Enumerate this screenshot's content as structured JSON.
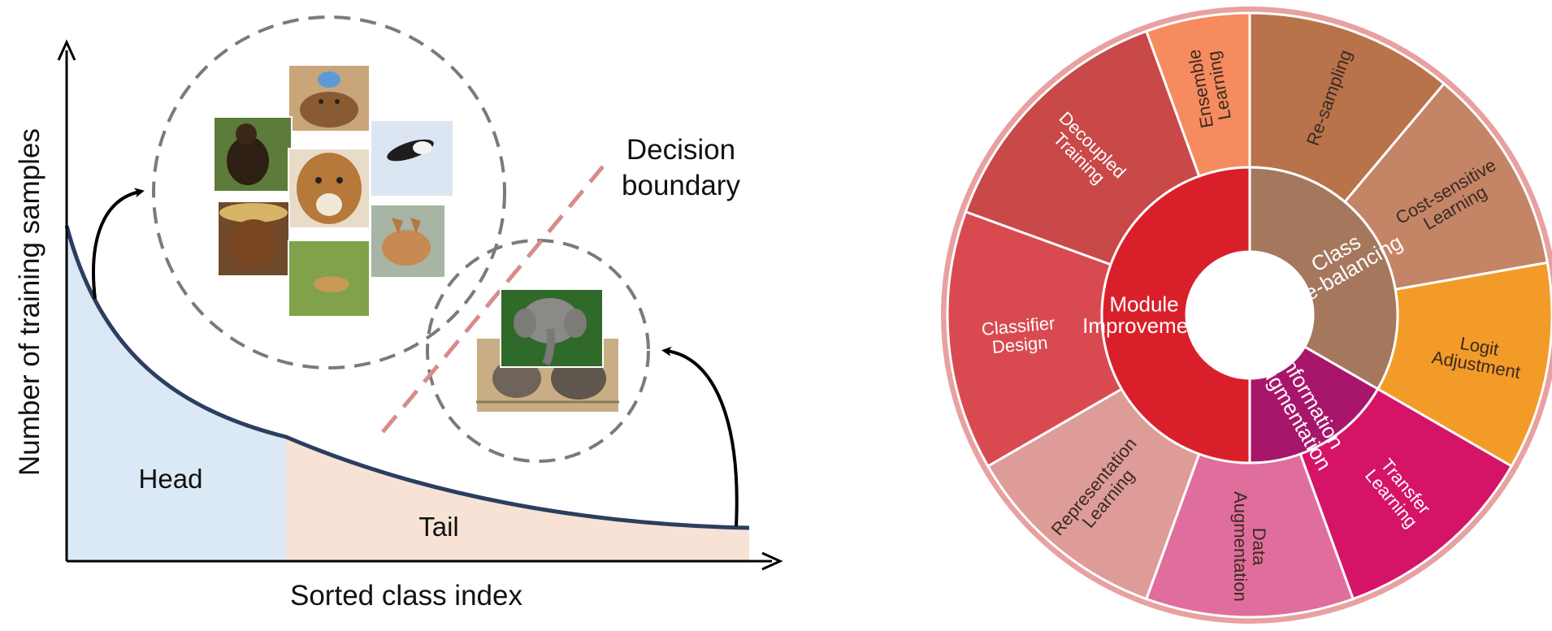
{
  "left_panel": {
    "y_axis_title": "Number of training samples",
    "x_axis_title": "Sorted class index",
    "head_label": "Head",
    "tail_label": "Tail",
    "boundary_label_line1": "Decision",
    "boundary_label_line2": "boundary",
    "colors": {
      "head_fill": "#dbe8f5",
      "tail_fill": "#f8e2d6",
      "curve": "#2c3e60",
      "cluster_circle": "#7a7a7a",
      "boundary_line": "#d98b8b"
    },
    "head_cluster_images": [
      "dog-with-ice-bag",
      "dog-in-grass",
      "dog-leaping-on-snow",
      "collie-portrait",
      "dog-with-straw-hat",
      "puppy-lying-on-grass",
      "dog-lying-down"
    ],
    "tail_cluster_images": [
      "elephant-in-foliage",
      "elephants-near-fence"
    ]
  },
  "right_panel": {
    "inner_categories": [
      {
        "label_lines": [
          "Module",
          "Improvement"
        ],
        "color": "#d9202a"
      },
      {
        "label_lines": [
          "Class",
          "Re-balancing"
        ],
        "color": "#a5785e"
      },
      {
        "label_lines": [
          "Information",
          "Augmentation"
        ],
        "color": "#a8166c"
      }
    ],
    "outer_categories": [
      {
        "label_lines": [
          "Ensemble",
          "Learning"
        ],
        "group": "Module Improvement",
        "color": "#f58b5e",
        "text_color": "#3a2a22"
      },
      {
        "label_lines": [
          "Re-sampling"
        ],
        "group": "Class Re-balancing",
        "color": "#b8734a",
        "text_color": "#3a2a22"
      },
      {
        "label_lines": [
          "Cost-sensitive",
          "Learning"
        ],
        "group": "Class Re-balancing",
        "color": "#c48466",
        "text_color": "#3a2a22"
      },
      {
        "label_lines": [
          "Logit",
          "Adjustment"
        ],
        "group": "Class Re-balancing",
        "color": "#f39b28",
        "text_color": "#3a2a22"
      },
      {
        "label_lines": [
          "Transfer",
          "Learning"
        ],
        "group": "Information Augmentation",
        "color": "#d51468",
        "text_color": "#ffffff"
      },
      {
        "label_lines": [
          "Data",
          "Augmentation"
        ],
        "group": "Information Augmentation",
        "color": "#e06e9c",
        "text_color": "#3a2a22"
      },
      {
        "label_lines": [
          "Representation",
          "Learning"
        ],
        "group": "Module Improvement",
        "color": "#dd9c98",
        "text_color": "#3a2a22"
      },
      {
        "label_lines": [
          "Classifier",
          "Design"
        ],
        "group": "Module Improvement",
        "color": "#d94a50",
        "text_color": "#ffffff"
      },
      {
        "label_lines": [
          "Decoupled",
          "Training"
        ],
        "group": "Module Improvement",
        "color": "#c94848",
        "text_color": "#ffffff"
      }
    ]
  }
}
